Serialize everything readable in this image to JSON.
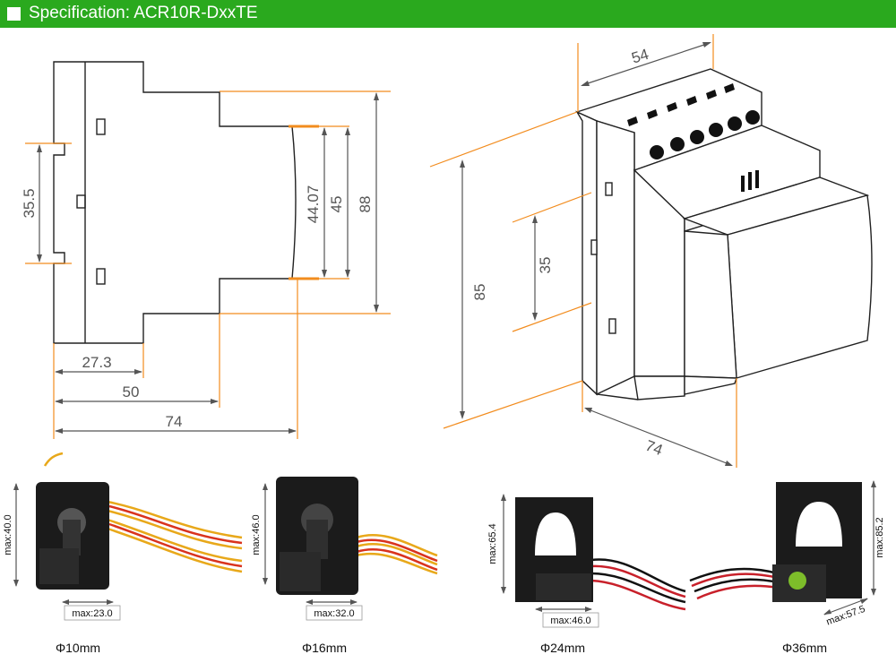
{
  "header": {
    "title": "Specification: ACR10R-DxxTE"
  },
  "colors": {
    "header_bg": "#2aa91e",
    "dimension_line": "#f28c1e",
    "outline": "#222222",
    "dim_text": "#555555"
  },
  "side_view": {
    "dims": {
      "d35_5": "35.5",
      "d44_07": "44.07",
      "d45": "45",
      "d88": "88",
      "d27_3": "27.3",
      "d50": "50",
      "d74": "74"
    }
  },
  "iso_view": {
    "dims": {
      "d54": "54",
      "d35": "35",
      "d85": "85",
      "d74": "74"
    }
  },
  "sensors": [
    {
      "caption": "Φ10mm",
      "height_label": "max:40.0",
      "width_label": "max:23.0"
    },
    {
      "caption": "Φ16mm",
      "height_label": "max:46.0",
      "width_label": "max:32.0"
    },
    {
      "caption": "Φ24mm",
      "height_label": "max:65.4",
      "width_label": "max:46.0"
    },
    {
      "caption": "Φ36mm",
      "height_label": "max:85.2",
      "width_label": "max:57.5"
    }
  ]
}
